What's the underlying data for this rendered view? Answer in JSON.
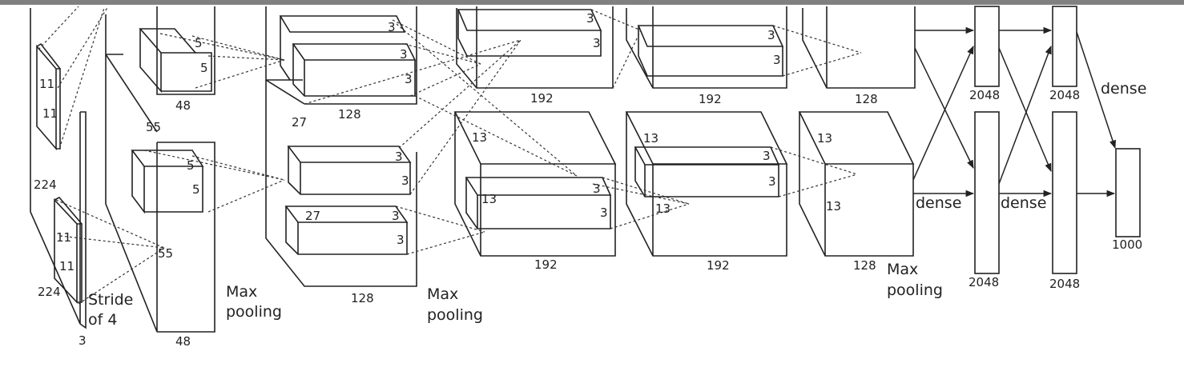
{
  "labels": {
    "n3": "3",
    "n5": "5",
    "n11": "11",
    "n13": "13",
    "n27": "27",
    "n48": "48",
    "n55": "55",
    "n128": "128",
    "n192": "192",
    "n224": "224",
    "n2048": "2048",
    "n1000": "1000",
    "stride_1": "Stride",
    "stride_2": "of 4",
    "max": "Max",
    "pooling": "pooling",
    "dense": "dense"
  }
}
